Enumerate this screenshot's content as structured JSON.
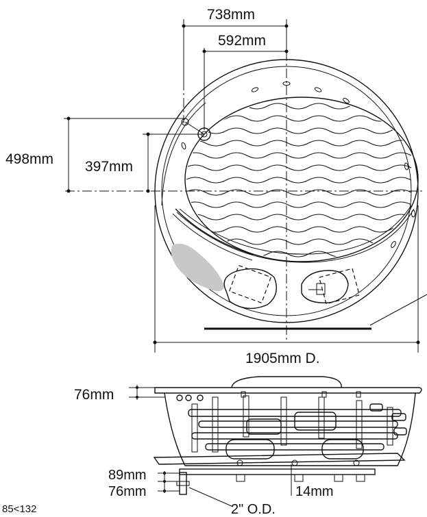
{
  "dimensions": {
    "width_outer": "738mm",
    "width_inner": "592mm",
    "height_outer": "498mm",
    "height_inner": "397mm",
    "diameter": "1905mm D.",
    "rim": "76mm",
    "base_top": "89mm",
    "base_bottom": "76mm",
    "drain_offset": "14mm",
    "drain_pipe": "2\" O.D."
  },
  "footer": {
    "code": "85<132"
  },
  "colors": {
    "line": "#111111",
    "shading": "#c8c8c8",
    "background": "#ffffff"
  }
}
